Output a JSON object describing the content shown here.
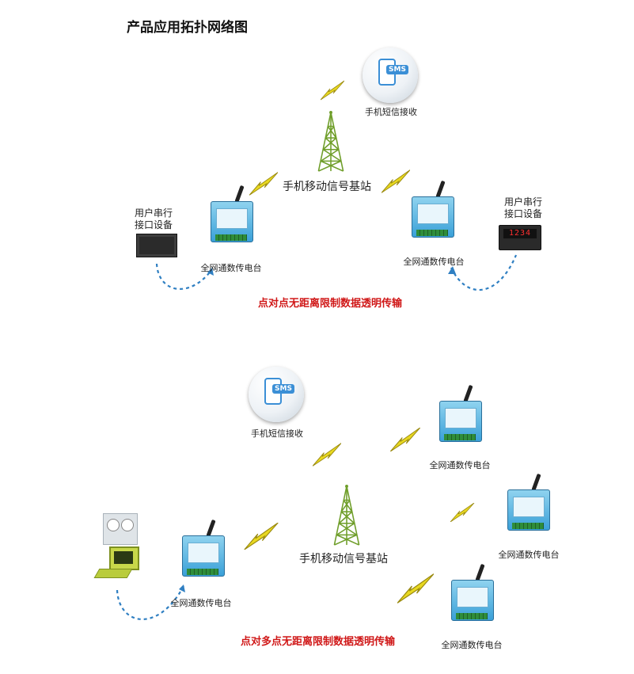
{
  "page": {
    "title": "产品应用拓扑网络图"
  },
  "diagram1": {
    "phone_label": "手机短信接收",
    "sms_text": "SMS",
    "station_label": "手机移动信号基站",
    "left_user_label": [
      "用户串行",
      "接口设备"
    ],
    "right_user_label": [
      "用户串行",
      "接口设备"
    ],
    "left_dtu_label": "全网通数传电台",
    "right_dtu_label": "全网通数传电台",
    "panel_display": "1234",
    "caption": "点对点无距离限制数据透明传输"
  },
  "diagram2": {
    "phone_label": "手机短信接收",
    "sms_text": "SMS",
    "station_label": "手机移动信号基站",
    "left_dtu_label": "全网通数传电台",
    "dtu_labels": [
      "全网通数传电台",
      "全网通数传电台",
      "全网通数传电台"
    ],
    "caption": "点对多点无距离限制数据透明传输"
  },
  "colors": {
    "accent_red": "#d01818",
    "tower_green": "#6f9e2a",
    "dash_blue": "#2f7fc2",
    "lightning": "#e8d820"
  }
}
